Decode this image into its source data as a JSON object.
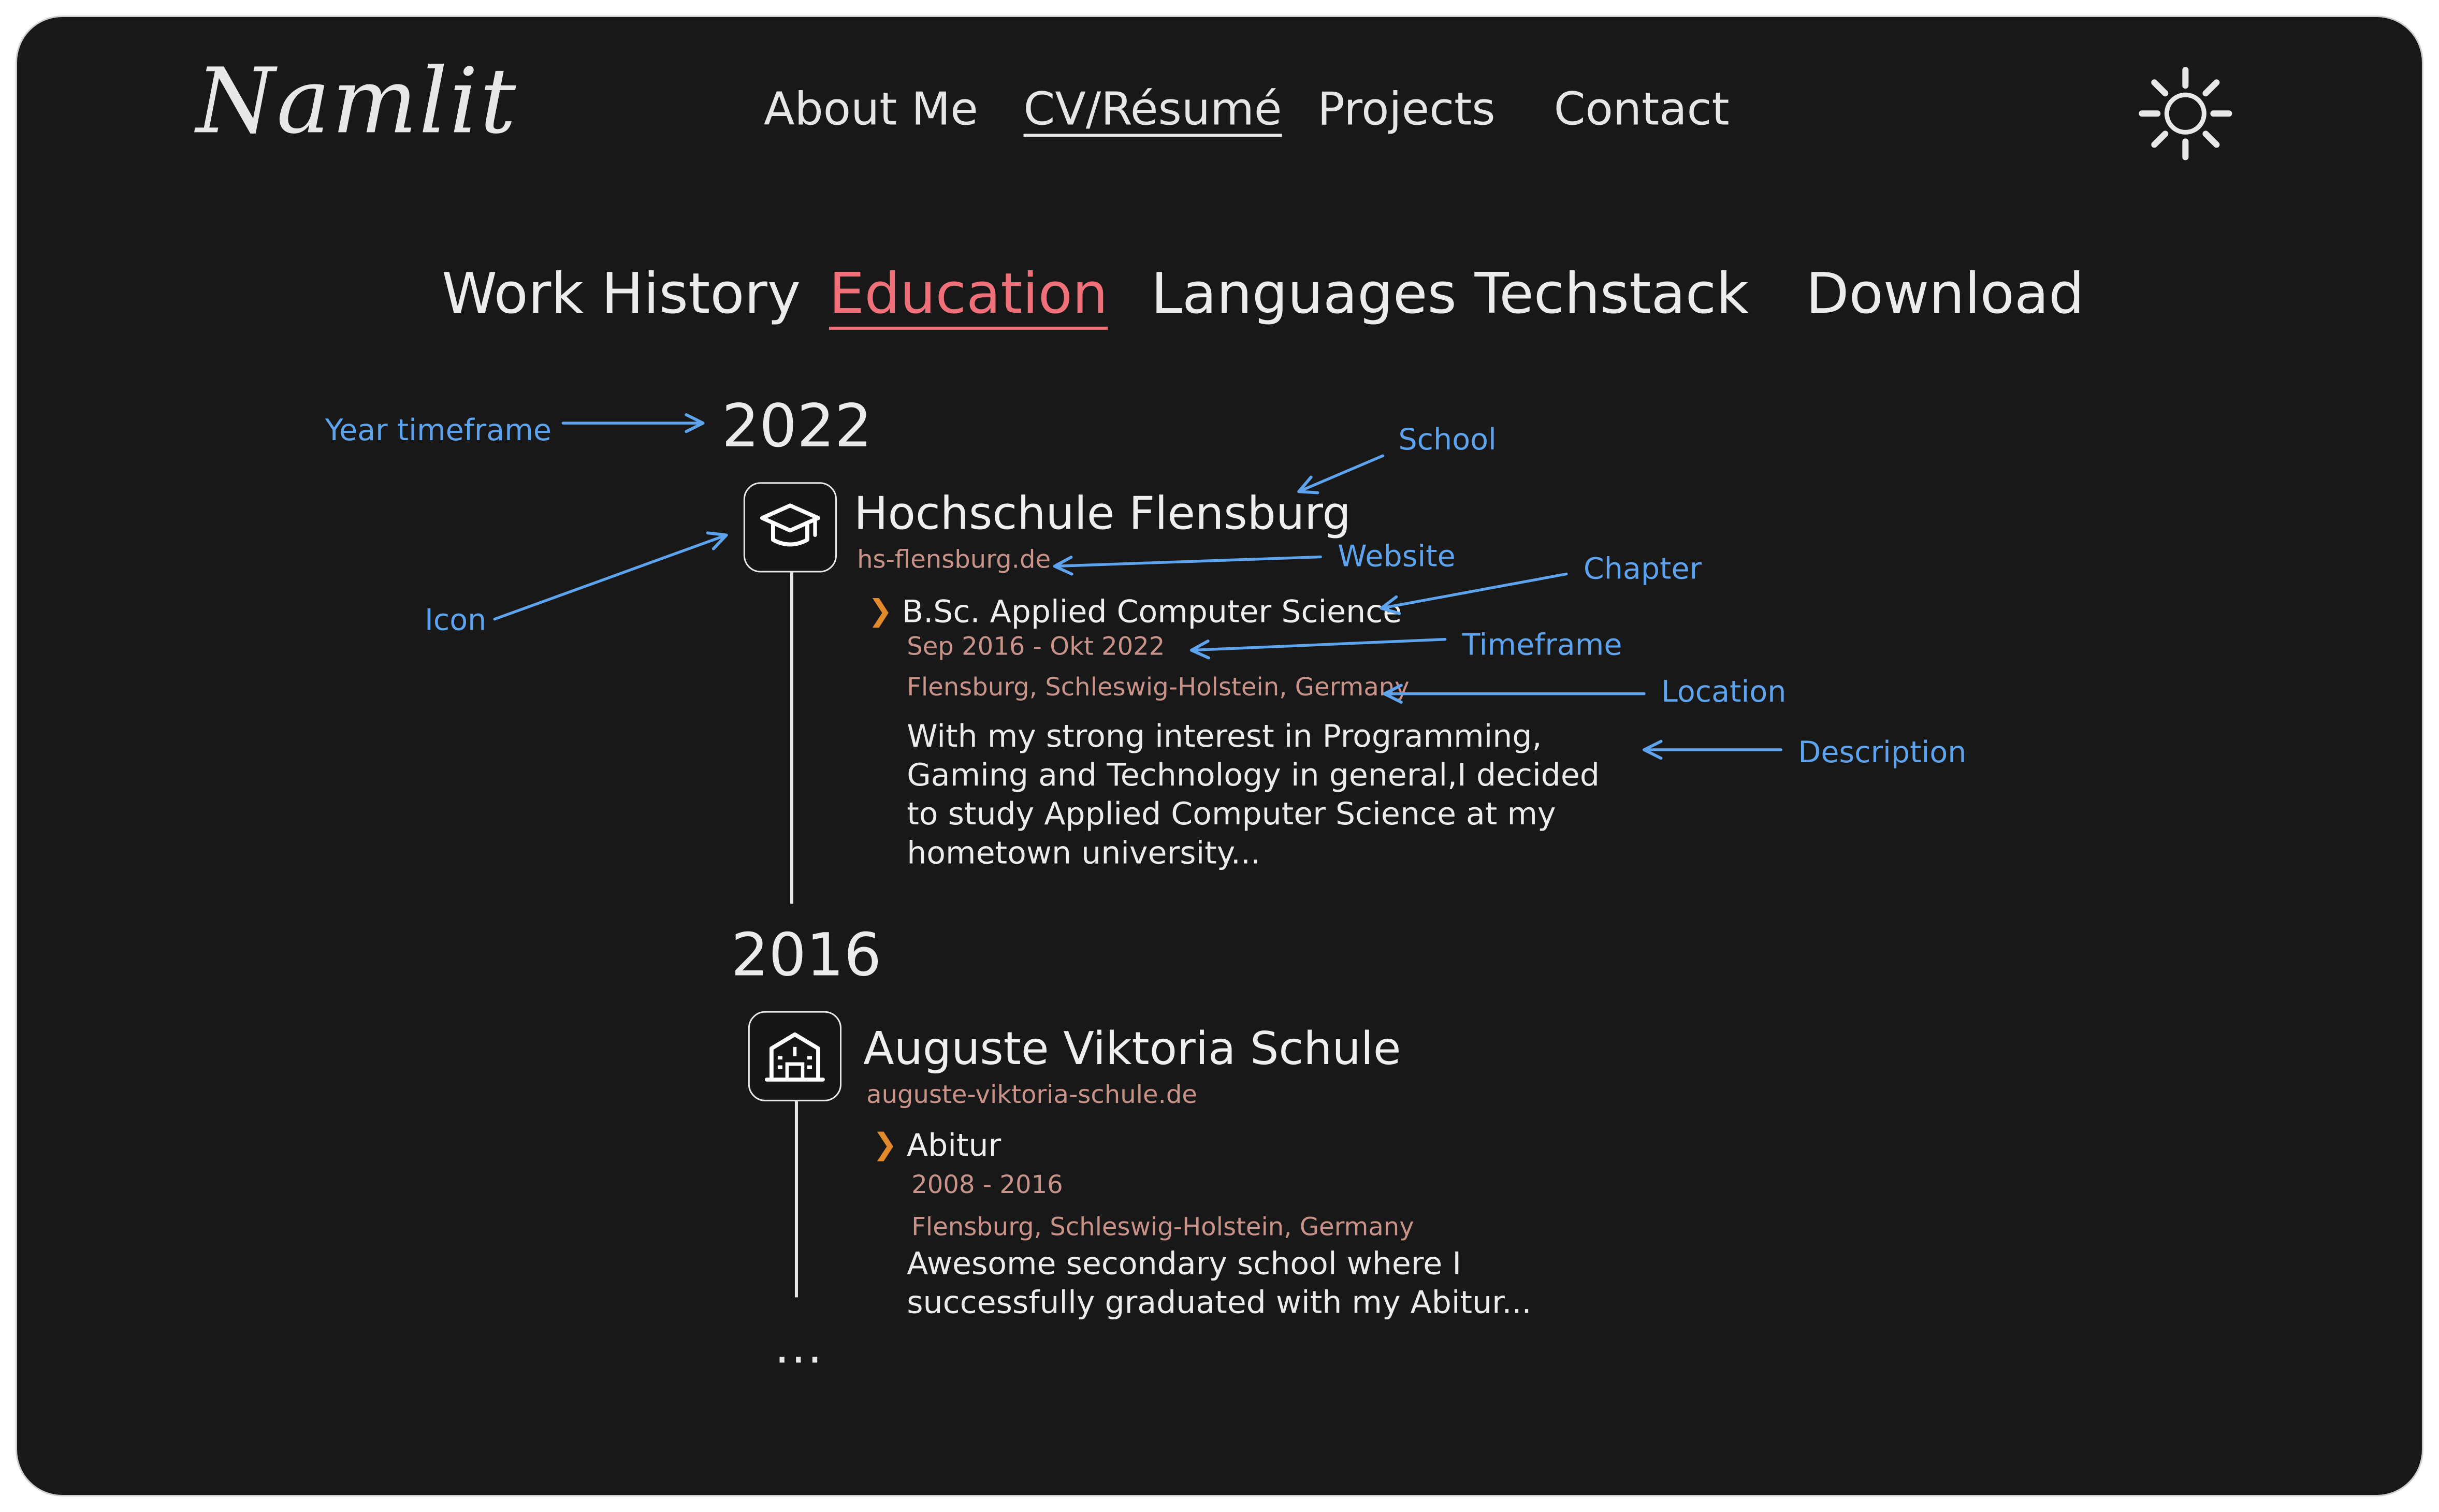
{
  "header": {
    "logo": "Namlit",
    "nav": [
      "About Me",
      "CV/Résumé",
      "Projects",
      "Contact"
    ],
    "active_nav": "CV/Résumé",
    "theme_toggle_icon": "sun-icon"
  },
  "tabs": {
    "items": [
      "Work History",
      "Education",
      "Languages",
      "Techstack",
      "Download"
    ],
    "active": "Education"
  },
  "timeline": [
    {
      "year": "2022",
      "icon": "graduation-cap-icon",
      "school": "Hochschule Flensburg",
      "website": "hs-flensburg.de",
      "chapter": "B.Sc. Applied Computer Science",
      "timeframe": "Sep 2016 - Okt 2022",
      "location": "Flensburg, Schleswig-Holstein, Germany",
      "description": "With my strong interest in Programming, Gaming and Technology in general,I decided to study Applied Computer Science at my hometown university..."
    },
    {
      "year": "2016",
      "icon": "school-building-icon",
      "school": "Auguste Viktoria Schule",
      "website": "auguste-viktoria-schule.de",
      "chapter": "Abitur",
      "timeframe": "2008 - 2016",
      "location": "Flensburg, Schleswig-Holstein, Germany",
      "description": "Awesome secondary school where I successfully graduated with my Abitur..."
    }
  ],
  "ellipsis": "...",
  "annotations": {
    "year_timeframe": "Year timeframe",
    "school": "School",
    "icon": "Icon",
    "website": "Website",
    "chapter": "Chapter",
    "timeframe": "Timeframe",
    "location": "Location",
    "description": "Description"
  },
  "colors": {
    "background": "#181818",
    "frame_border": "#cfcfcf",
    "text": "#e6e6e6",
    "active_tab": "#f0707a",
    "meta": "#c9938a",
    "chevron": "#e2892c",
    "annotation": "#5da3ee"
  }
}
